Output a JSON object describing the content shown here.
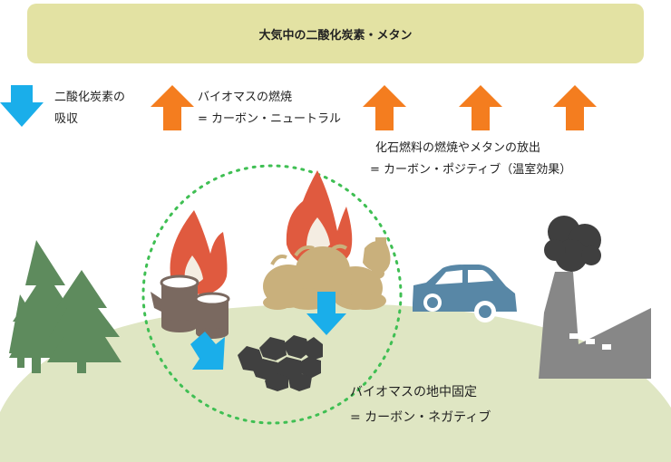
{
  "banner": {
    "text": "大気中の二酸化炭素・メタン"
  },
  "legend": {
    "absorption": {
      "line1": "二酸化炭素の",
      "line2": "吸収"
    },
    "biomass_burning": {
      "line1": "バイオマスの燃焼",
      "line2": "= カーボン・ニュートラル"
    }
  },
  "fossil": {
    "line1": "化石燃料の燃焼やメタンの放出",
    "line2": "= カーボン・ポジティブ（温室効果）"
  },
  "sequestration": {
    "line1": "バイオマスの地中固定",
    "line2": "= カーボン・ネガティブ"
  },
  "icons": {
    "down_arrow": "down-arrow-icon",
    "up_arrow": "up-arrow-icon",
    "tree": "tree-icon",
    "flame": "flame-icon",
    "log": "log-icon",
    "sack": "sack-icon",
    "charcoal": "charcoal-icon",
    "car": "car-icon",
    "factory": "factory-icon",
    "smoke": "smoke-icon"
  },
  "colors": {
    "banner": "#e3e2a3",
    "absorb_arrow": "#1aaeea",
    "emit_arrow": "#f47d1f",
    "ground": "#dfe6c3",
    "tree": "#5e8b5d",
    "flame_outer": "#e05a3f",
    "flame_inner": "#f4ede2",
    "log": "#7a6960",
    "sack": "#c9b07c",
    "charcoal": "#404040",
    "car": "#5887a6",
    "factory": "#878787",
    "cycle": "#3fbf53"
  }
}
